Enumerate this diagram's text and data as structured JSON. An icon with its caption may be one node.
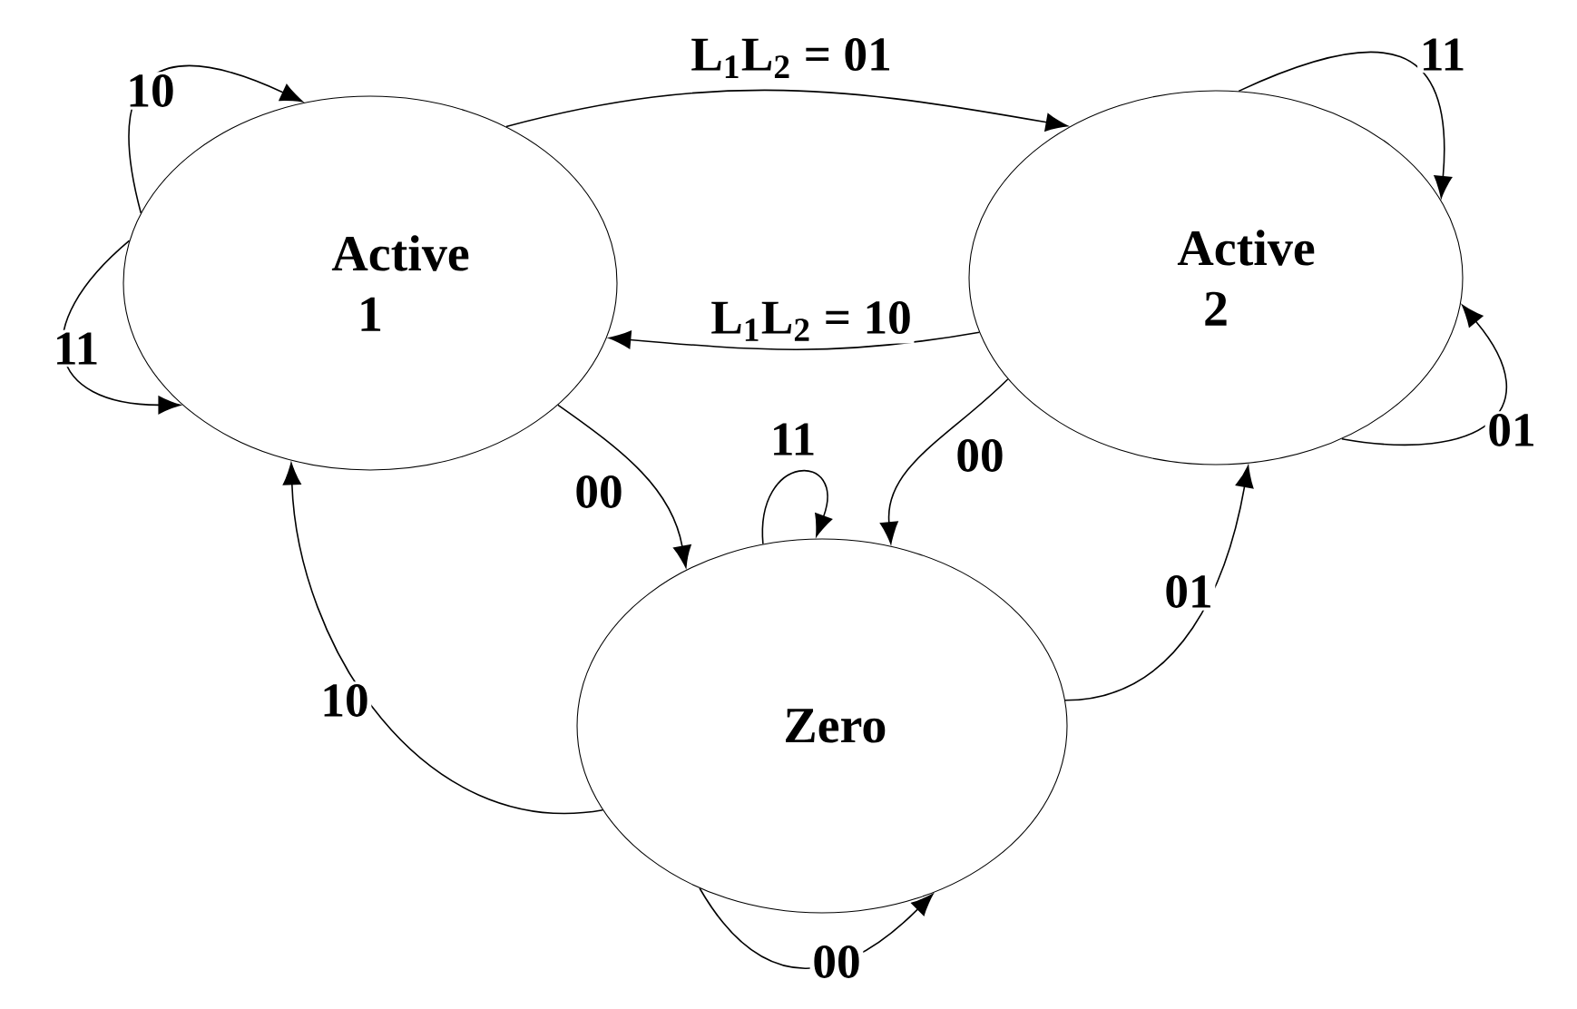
{
  "diagram": {
    "nodes": [
      {
        "text": [
          "Active 1"
        ]
      },
      {
        "text": [
          "Active 2"
        ]
      },
      {
        "text": [
          "Zero"
        ]
      }
    ],
    "edges": [
      {
        "from": 0,
        "to": 0,
        "arrow": "to",
        "label": "10"
      },
      {
        "from": 0,
        "to": 0,
        "arrow": "to",
        "label": "11"
      },
      {
        "from": 0,
        "to": 1,
        "arrow": "to",
        "label": "L$_{1}$L$_{2}$ = 01"
      },
      {
        "from": 1,
        "to": 0,
        "arrow": "to",
        "label": "L$_{1}$L$_{2}$ = 10"
      },
      {
        "from": 1,
        "to": 1,
        "arrow": "to",
        "label": "11"
      },
      {
        "from": 1,
        "to": 1,
        "arrow": "to",
        "label": "01"
      },
      {
        "from": 0,
        "to": 2,
        "arrow": "to",
        "label": "00"
      },
      {
        "from": 2,
        "to": 2,
        "arrow": "to",
        "label": "11"
      },
      {
        "from": 1,
        "to": 2,
        "arrow": "to",
        "label": "00"
      },
      {
        "from": 2,
        "to": 1,
        "arrow": "to",
        "label": "01"
      },
      {
        "from": 2,
        "to": 0,
        "arrow": "to",
        "label": "10"
      },
      {
        "from": 2,
        "to": 2,
        "arrow": "to",
        "label": "00"
      }
    ]
  }
}
